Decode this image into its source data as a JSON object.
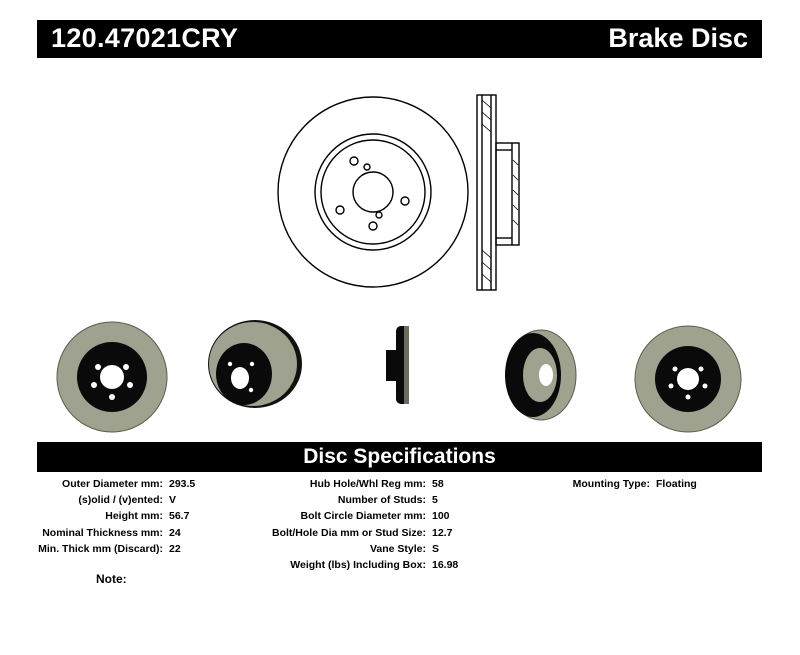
{
  "header": {
    "part_number": "120.47021CRY",
    "product_type": "Brake Disc"
  },
  "specs_title": "Disc Specifications",
  "specs": {
    "col1": [
      {
        "label": "Outer Diameter mm:",
        "value": "293.5"
      },
      {
        "label": "(s)olid / (v)ented:",
        "value": "V"
      },
      {
        "label": "Height mm:",
        "value": "56.7"
      },
      {
        "label": "Nominal Thickness mm:",
        "value": "24"
      },
      {
        "label": "Min. Thick mm (Discard):",
        "value": "22"
      }
    ],
    "col2": [
      {
        "label": "Hub Hole/Whl Reg mm:",
        "value": "58"
      },
      {
        "label": "Number of Studs:",
        "value": "5"
      },
      {
        "label": "Bolt Circle Diameter mm:",
        "value": "100"
      },
      {
        "label": "Bolt/Hole Dia mm or Stud Size:",
        "value": "12.7"
      },
      {
        "label": "Vane Style:",
        "value": "S"
      },
      {
        "label": "Weight (lbs) Including Box:",
        "value": "16.98"
      }
    ],
    "col3": [
      {
        "label": "Mounting Type:",
        "value": "Floating"
      }
    ]
  },
  "note_label": "Note:",
  "colors": {
    "banner_bg": "#000000",
    "banner_text": "#ffffff",
    "rotor_face": "#a0a290",
    "rotor_hat": "#0a0a0a"
  }
}
